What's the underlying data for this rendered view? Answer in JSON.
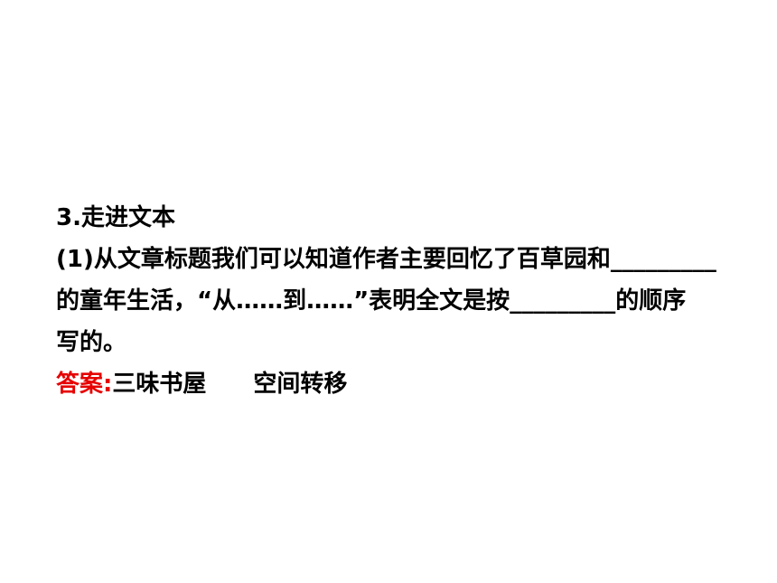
{
  "question": {
    "heading": "3.走进文本",
    "line1": "(1)从文章标题我们可以知道作者主要回忆了百草园和",
    "blank1": "_________",
    "line2a": "的童年生活，“从……到……”表明全文是按",
    "blank2": "_________",
    "line2b": "的顺序",
    "line3": "写的。"
  },
  "answer": {
    "label": "答案:",
    "first": "三味书屋",
    "second": "空间转移"
  },
  "colors": {
    "text": "#000000",
    "answer_label": "#e60000",
    "background": "#ffffff"
  }
}
